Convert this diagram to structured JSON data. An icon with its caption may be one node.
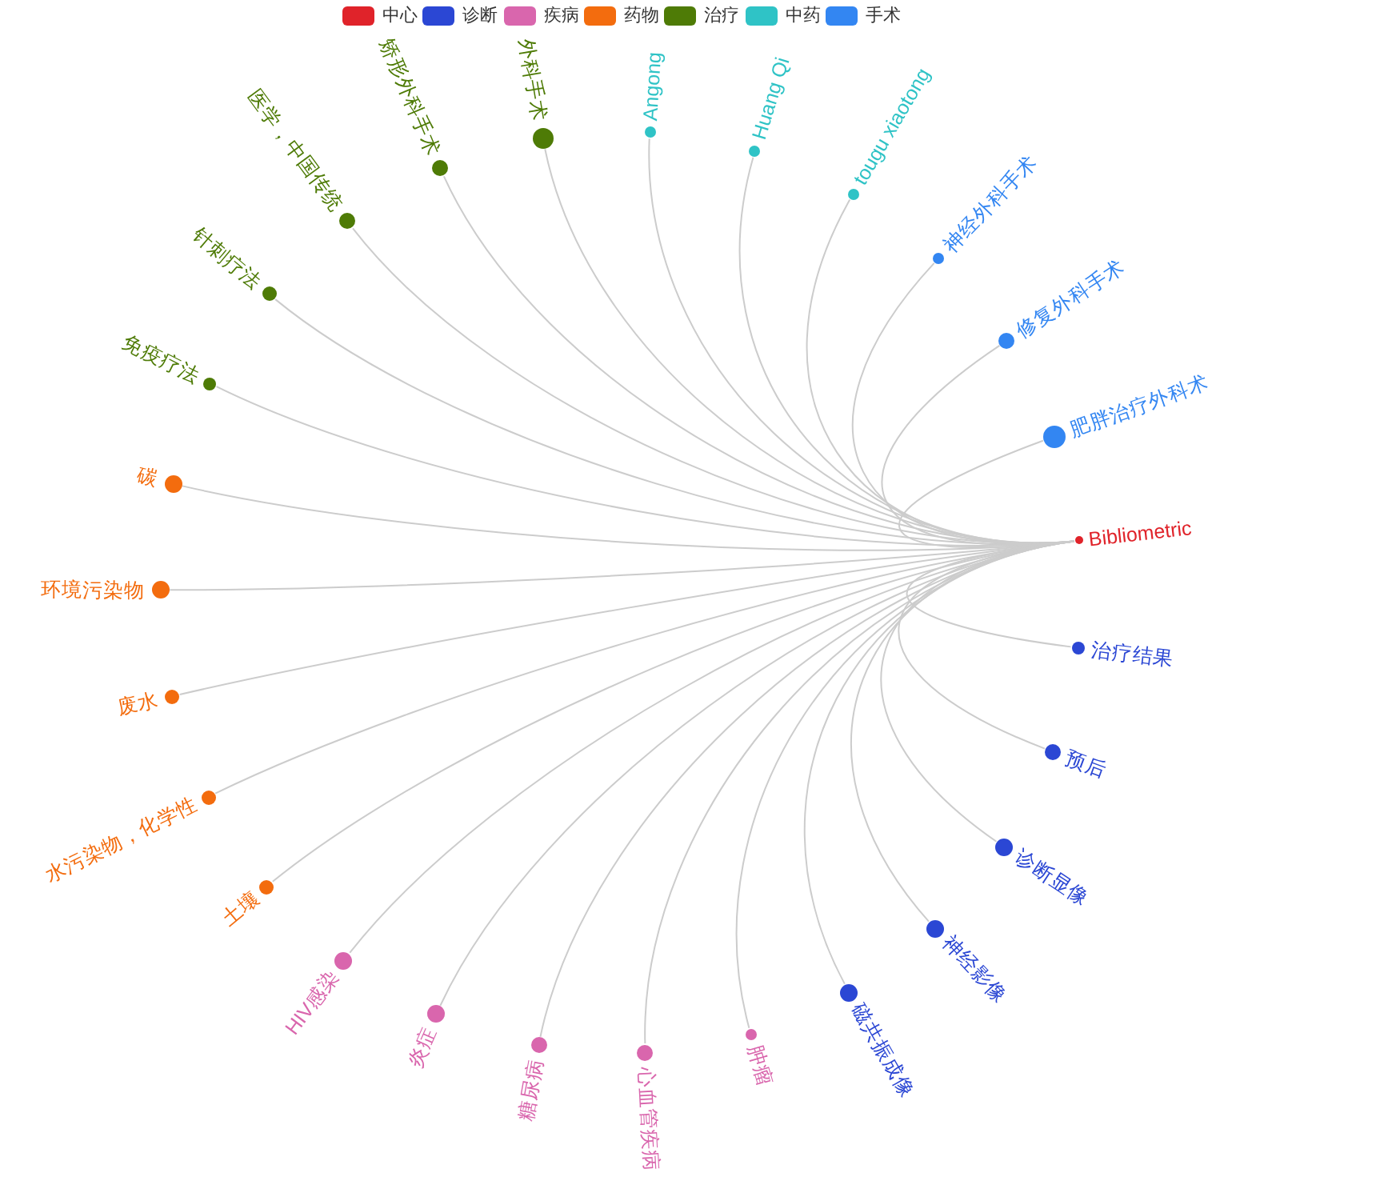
{
  "diagram": {
    "nodes": [
      {
        "text": [
          "Bibliometric"
        ]
      },
      {
        "text": [
          "治疗结果"
        ]
      },
      {
        "text": [
          "预后"
        ]
      },
      {
        "text": [
          "诊断显像"
        ]
      },
      {
        "text": [
          "神经影像"
        ]
      },
      {
        "text": [
          "磁共振成像"
        ]
      },
      {
        "text": [
          "肿瘤"
        ]
      },
      {
        "text": [
          "心血管疾病"
        ]
      },
      {
        "text": [
          "糖尿病"
        ]
      },
      {
        "text": [
          "炎症"
        ]
      },
      {
        "text": [
          "HIV感染"
        ]
      },
      {
        "text": [
          "土壤"
        ]
      },
      {
        "text": [
          "水污染物，化学性"
        ]
      },
      {
        "text": [
          "废水"
        ]
      },
      {
        "text": [
          "环境污染物"
        ]
      },
      {
        "text": [
          "碳"
        ]
      },
      {
        "text": [
          "免疫疗法"
        ]
      },
      {
        "text": [
          "针刺疗法"
        ]
      },
      {
        "text": [
          "医学，中国传统"
        ]
      },
      {
        "text": [
          "矫形外科手术"
        ]
      },
      {
        "text": [
          "外科手术"
        ]
      },
      {
        "text": [
          "Angong"
        ]
      },
      {
        "text": [
          "Huang Qi"
        ]
      },
      {
        "text": [
          "tougu xiaotong"
        ]
      },
      {
        "text": [
          "神经外科手术"
        ]
      },
      {
        "text": [
          "修复外科手术"
        ]
      },
      {
        "text": [
          "肥胖治疗外科术"
        ]
      }
    ],
    "edges": [
      {
        "from": 0,
        "to": 1,
        "arrow": "none"
      },
      {
        "from": 0,
        "to": 2,
        "arrow": "none"
      },
      {
        "from": 0,
        "to": 3,
        "arrow": "none"
      },
      {
        "from": 0,
        "to": 4,
        "arrow": "none"
      },
      {
        "from": 0,
        "to": 5,
        "arrow": "none"
      },
      {
        "from": 0,
        "to": 6,
        "arrow": "none"
      },
      {
        "from": 0,
        "to": 7,
        "arrow": "none"
      },
      {
        "from": 0,
        "to": 8,
        "arrow": "none"
      },
      {
        "from": 0,
        "to": 9,
        "arrow": "none"
      },
      {
        "from": 0,
        "to": 10,
        "arrow": "none"
      },
      {
        "from": 0,
        "to": 11,
        "arrow": "none"
      },
      {
        "from": 0,
        "to": 12,
        "arrow": "none"
      },
      {
        "from": 0,
        "to": 13,
        "arrow": "none"
      },
      {
        "from": 0,
        "to": 14,
        "arrow": "none"
      },
      {
        "from": 0,
        "to": 15,
        "arrow": "none"
      },
      {
        "from": 0,
        "to": 16,
        "arrow": "none"
      },
      {
        "from": 0,
        "to": 17,
        "arrow": "none"
      },
      {
        "from": 0,
        "to": 18,
        "arrow": "none"
      },
      {
        "from": 0,
        "to": 19,
        "arrow": "none"
      },
      {
        "from": 0,
        "to": 20,
        "arrow": "none"
      },
      {
        "from": 0,
        "to": 21,
        "arrow": "none"
      },
      {
        "from": 0,
        "to": 22,
        "arrow": "none"
      },
      {
        "from": 0,
        "to": 23,
        "arrow": "none"
      },
      {
        "from": 0,
        "to": 24,
        "arrow": "none"
      },
      {
        "from": 0,
        "to": 25,
        "arrow": "none"
      },
      {
        "from": 0,
        "to": 26,
        "arrow": "none"
      }
    ],
    "legend": [
      {
        "text": "中心",
        "color": "#e0232a"
      },
      {
        "text": "诊断",
        "color": "#2b47d4"
      },
      {
        "text": "疾病",
        "color": "#d966ad"
      },
      {
        "text": "药物",
        "color": "#f36c0e"
      },
      {
        "text": "治疗",
        "color": "#4e7b06"
      },
      {
        "text": "中药",
        "color": "#2fc3c6"
      },
      {
        "text": "手术",
        "color": "#3386f2"
      }
    ]
  }
}
